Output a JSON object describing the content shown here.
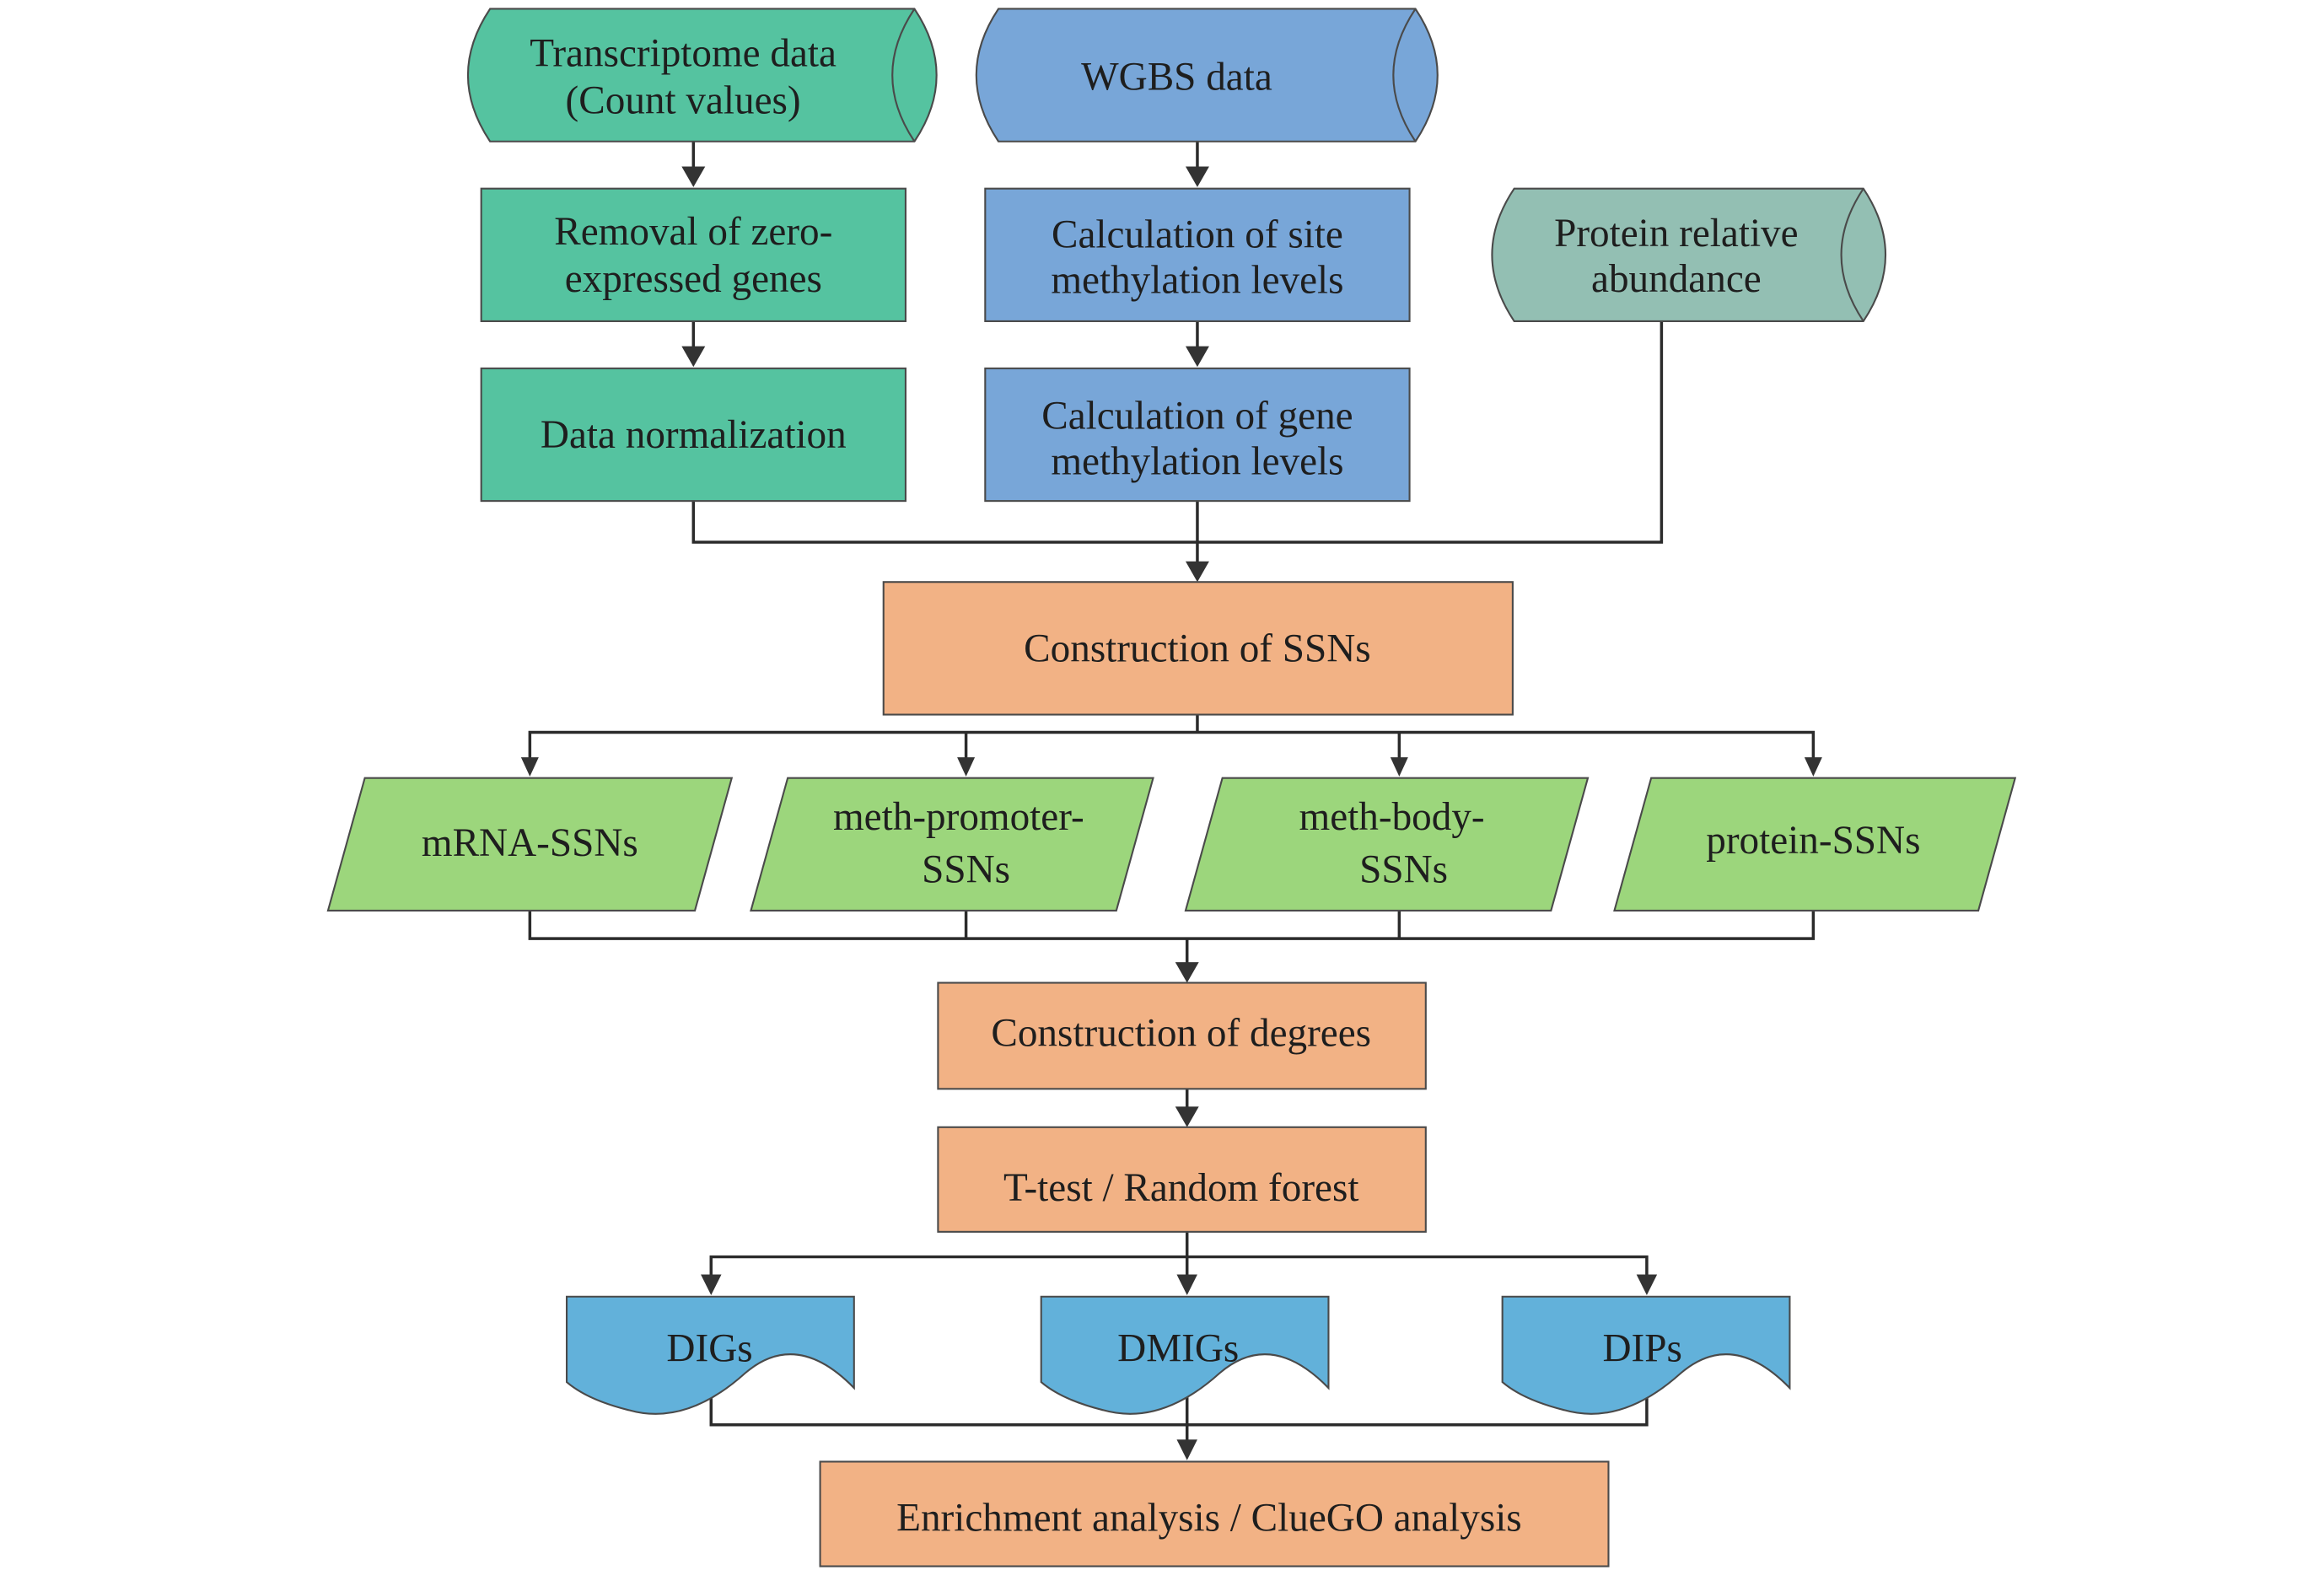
{
  "diagram": {
    "type": "flowchart",
    "colors": {
      "transcriptome": "#55c3a0",
      "wgbs": "#78a6d8",
      "protein_source": "#93bfb3",
      "process": "#f2b285",
      "ssn": "#9cd67c",
      "result_doc": "#62b1da",
      "edge": "#2b2b2b"
    },
    "nodes": {
      "transcriptome": {
        "line1": "Transcriptome data",
        "line2": "(Count values)",
        "shape": "cylinder"
      },
      "removal": {
        "line1": "Removal of zero-",
        "line2": "expressed genes",
        "shape": "rectangle"
      },
      "normalization": {
        "line1": "Data normalization",
        "shape": "rectangle"
      },
      "wgbs": {
        "line1": "WGBS data",
        "shape": "cylinder"
      },
      "site_methylation": {
        "line1": "Calculation of site",
        "line2": "methylation levels",
        "shape": "rectangle"
      },
      "gene_methylation": {
        "line1": "Calculation of gene",
        "line2": "methylation levels",
        "shape": "rectangle"
      },
      "protein": {
        "line1": "Protein relative",
        "line2": "abundance",
        "shape": "cylinder"
      },
      "ssn_construction": {
        "line1": "Construction of SSNs",
        "shape": "rectangle"
      },
      "mrna_ssn": {
        "line1": "mRNA-SSNs",
        "shape": "parallelogram"
      },
      "meth_promoter_ssn": {
        "line1": "meth-promoter-",
        "line2": "SSNs",
        "shape": "parallelogram"
      },
      "meth_body_ssn": {
        "line1": "meth-body-",
        "line2": "SSNs",
        "shape": "parallelogram"
      },
      "protein_ssn": {
        "line1": "protein-SSNs",
        "shape": "parallelogram"
      },
      "degrees": {
        "line1": "Construction of degrees",
        "shape": "rectangle"
      },
      "ttest": {
        "line1": "T-test / Random forest",
        "shape": "rectangle"
      },
      "digs": {
        "line1": "DIGs",
        "shape": "document"
      },
      "dmigs": {
        "line1": "DMIGs",
        "shape": "document"
      },
      "dips": {
        "line1": "DIPs",
        "shape": "document"
      },
      "enrichment": {
        "line1": "Enrichment analysis / ClueGO analysis",
        "shape": "rectangle"
      }
    },
    "edges": [
      [
        "transcriptome",
        "removal"
      ],
      [
        "removal",
        "normalization"
      ],
      [
        "wgbs",
        "site_methylation"
      ],
      [
        "site_methylation",
        "gene_methylation"
      ],
      [
        "normalization",
        "ssn_construction"
      ],
      [
        "gene_methylation",
        "ssn_construction"
      ],
      [
        "protein",
        "ssn_construction"
      ],
      [
        "ssn_construction",
        "mrna_ssn"
      ],
      [
        "ssn_construction",
        "meth_promoter_ssn"
      ],
      [
        "ssn_construction",
        "meth_body_ssn"
      ],
      [
        "ssn_construction",
        "protein_ssn"
      ],
      [
        "mrna_ssn",
        "degrees"
      ],
      [
        "meth_promoter_ssn",
        "degrees"
      ],
      [
        "meth_body_ssn",
        "degrees"
      ],
      [
        "protein_ssn",
        "degrees"
      ],
      [
        "degrees",
        "ttest"
      ],
      [
        "ttest",
        "digs"
      ],
      [
        "ttest",
        "dmigs"
      ],
      [
        "ttest",
        "dips"
      ],
      [
        "digs",
        "enrichment"
      ],
      [
        "dmigs",
        "enrichment"
      ],
      [
        "dips",
        "enrichment"
      ]
    ]
  }
}
